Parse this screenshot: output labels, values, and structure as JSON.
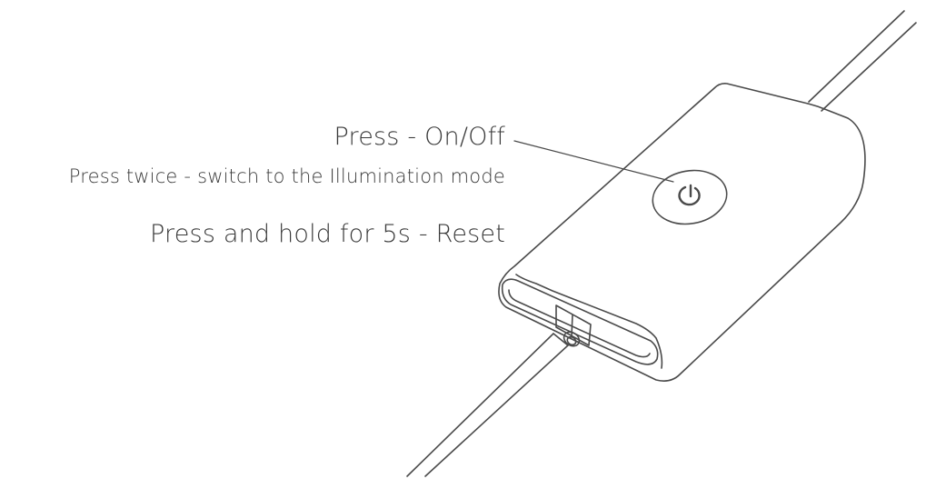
{
  "labels": {
    "press": "Press - On/Off",
    "press_twice": "Press twice - switch to the Illumination mode",
    "press_hold": "Press and hold for 5s - Reset"
  },
  "colors": {
    "line": "#4a4a4a",
    "text": "#3a3a3a",
    "background": "#ffffff"
  },
  "icons": {
    "power_button": "power-icon"
  }
}
